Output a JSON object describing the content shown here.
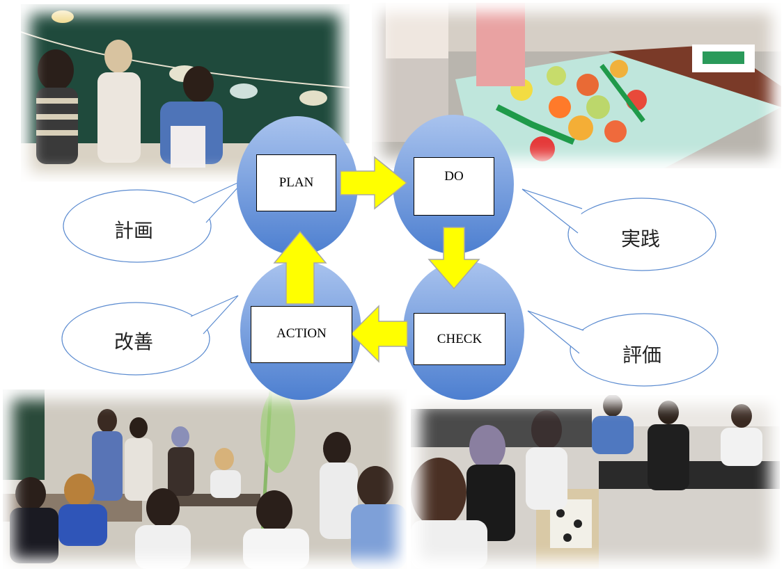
{
  "cycle": {
    "stages": {
      "plan": "PLAN",
      "do": "DO",
      "check": "CHECK",
      "action": "ACTION"
    },
    "bubbles": {
      "plan": "計画",
      "do": "実践",
      "check": "評価",
      "action": "改善"
    }
  },
  "colors": {
    "circle_light": "#a9c3ee",
    "circle_dark": "#4d7fd0",
    "arrow_fill": "#ffff00",
    "arrow_stroke": "#a7a7a7",
    "bubble_stroke": "#5b8bd0"
  },
  "photos": [
    {
      "subject": "students-hanging-umbrella-garland-photo"
    },
    {
      "subject": "paper-craft-tomato-poster-photo"
    },
    {
      "subject": "students-tanabata-presentation-photo"
    },
    {
      "subject": "students-cutting-craft-photo"
    }
  ]
}
